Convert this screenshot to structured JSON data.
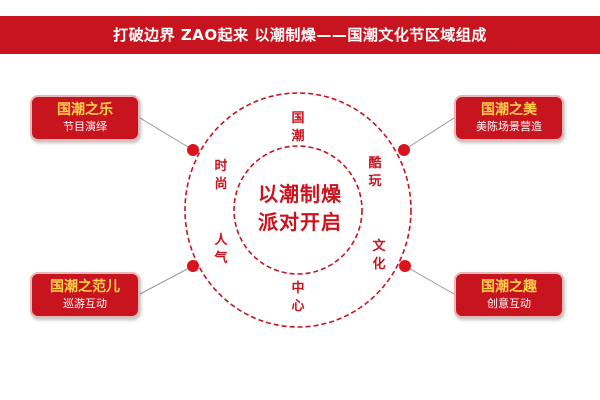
{
  "header": {
    "title": "打破边界 ZAO起来   以潮制燥——国潮文化节区域组成"
  },
  "boxes": {
    "top_left": {
      "title": "国潮之乐",
      "subtitle": "节目演绎"
    },
    "top_right": {
      "title": "国潮之美",
      "subtitle": "美陈场景营造"
    },
    "bottom_left": {
      "title": "国潮之范儿",
      "subtitle": "巡游互动"
    },
    "bottom_right": {
      "title": "国潮之趣",
      "subtitle": "创意互动"
    }
  },
  "center": {
    "line1": "以潮制燥",
    "line2": "派对开启"
  },
  "ring_text": {
    "c1": "国",
    "c2": "潮",
    "c3": "酷",
    "c4": "玩",
    "c5": "文",
    "c6": "化",
    "c7": "中",
    "c8": "心",
    "c9": "人",
    "c10": "气",
    "c11": "时",
    "c12": "尚"
  },
  "colors": {
    "accent": "#c8141e",
    "box_title": "#ffd24a",
    "box_border": "#e6b8b8"
  }
}
